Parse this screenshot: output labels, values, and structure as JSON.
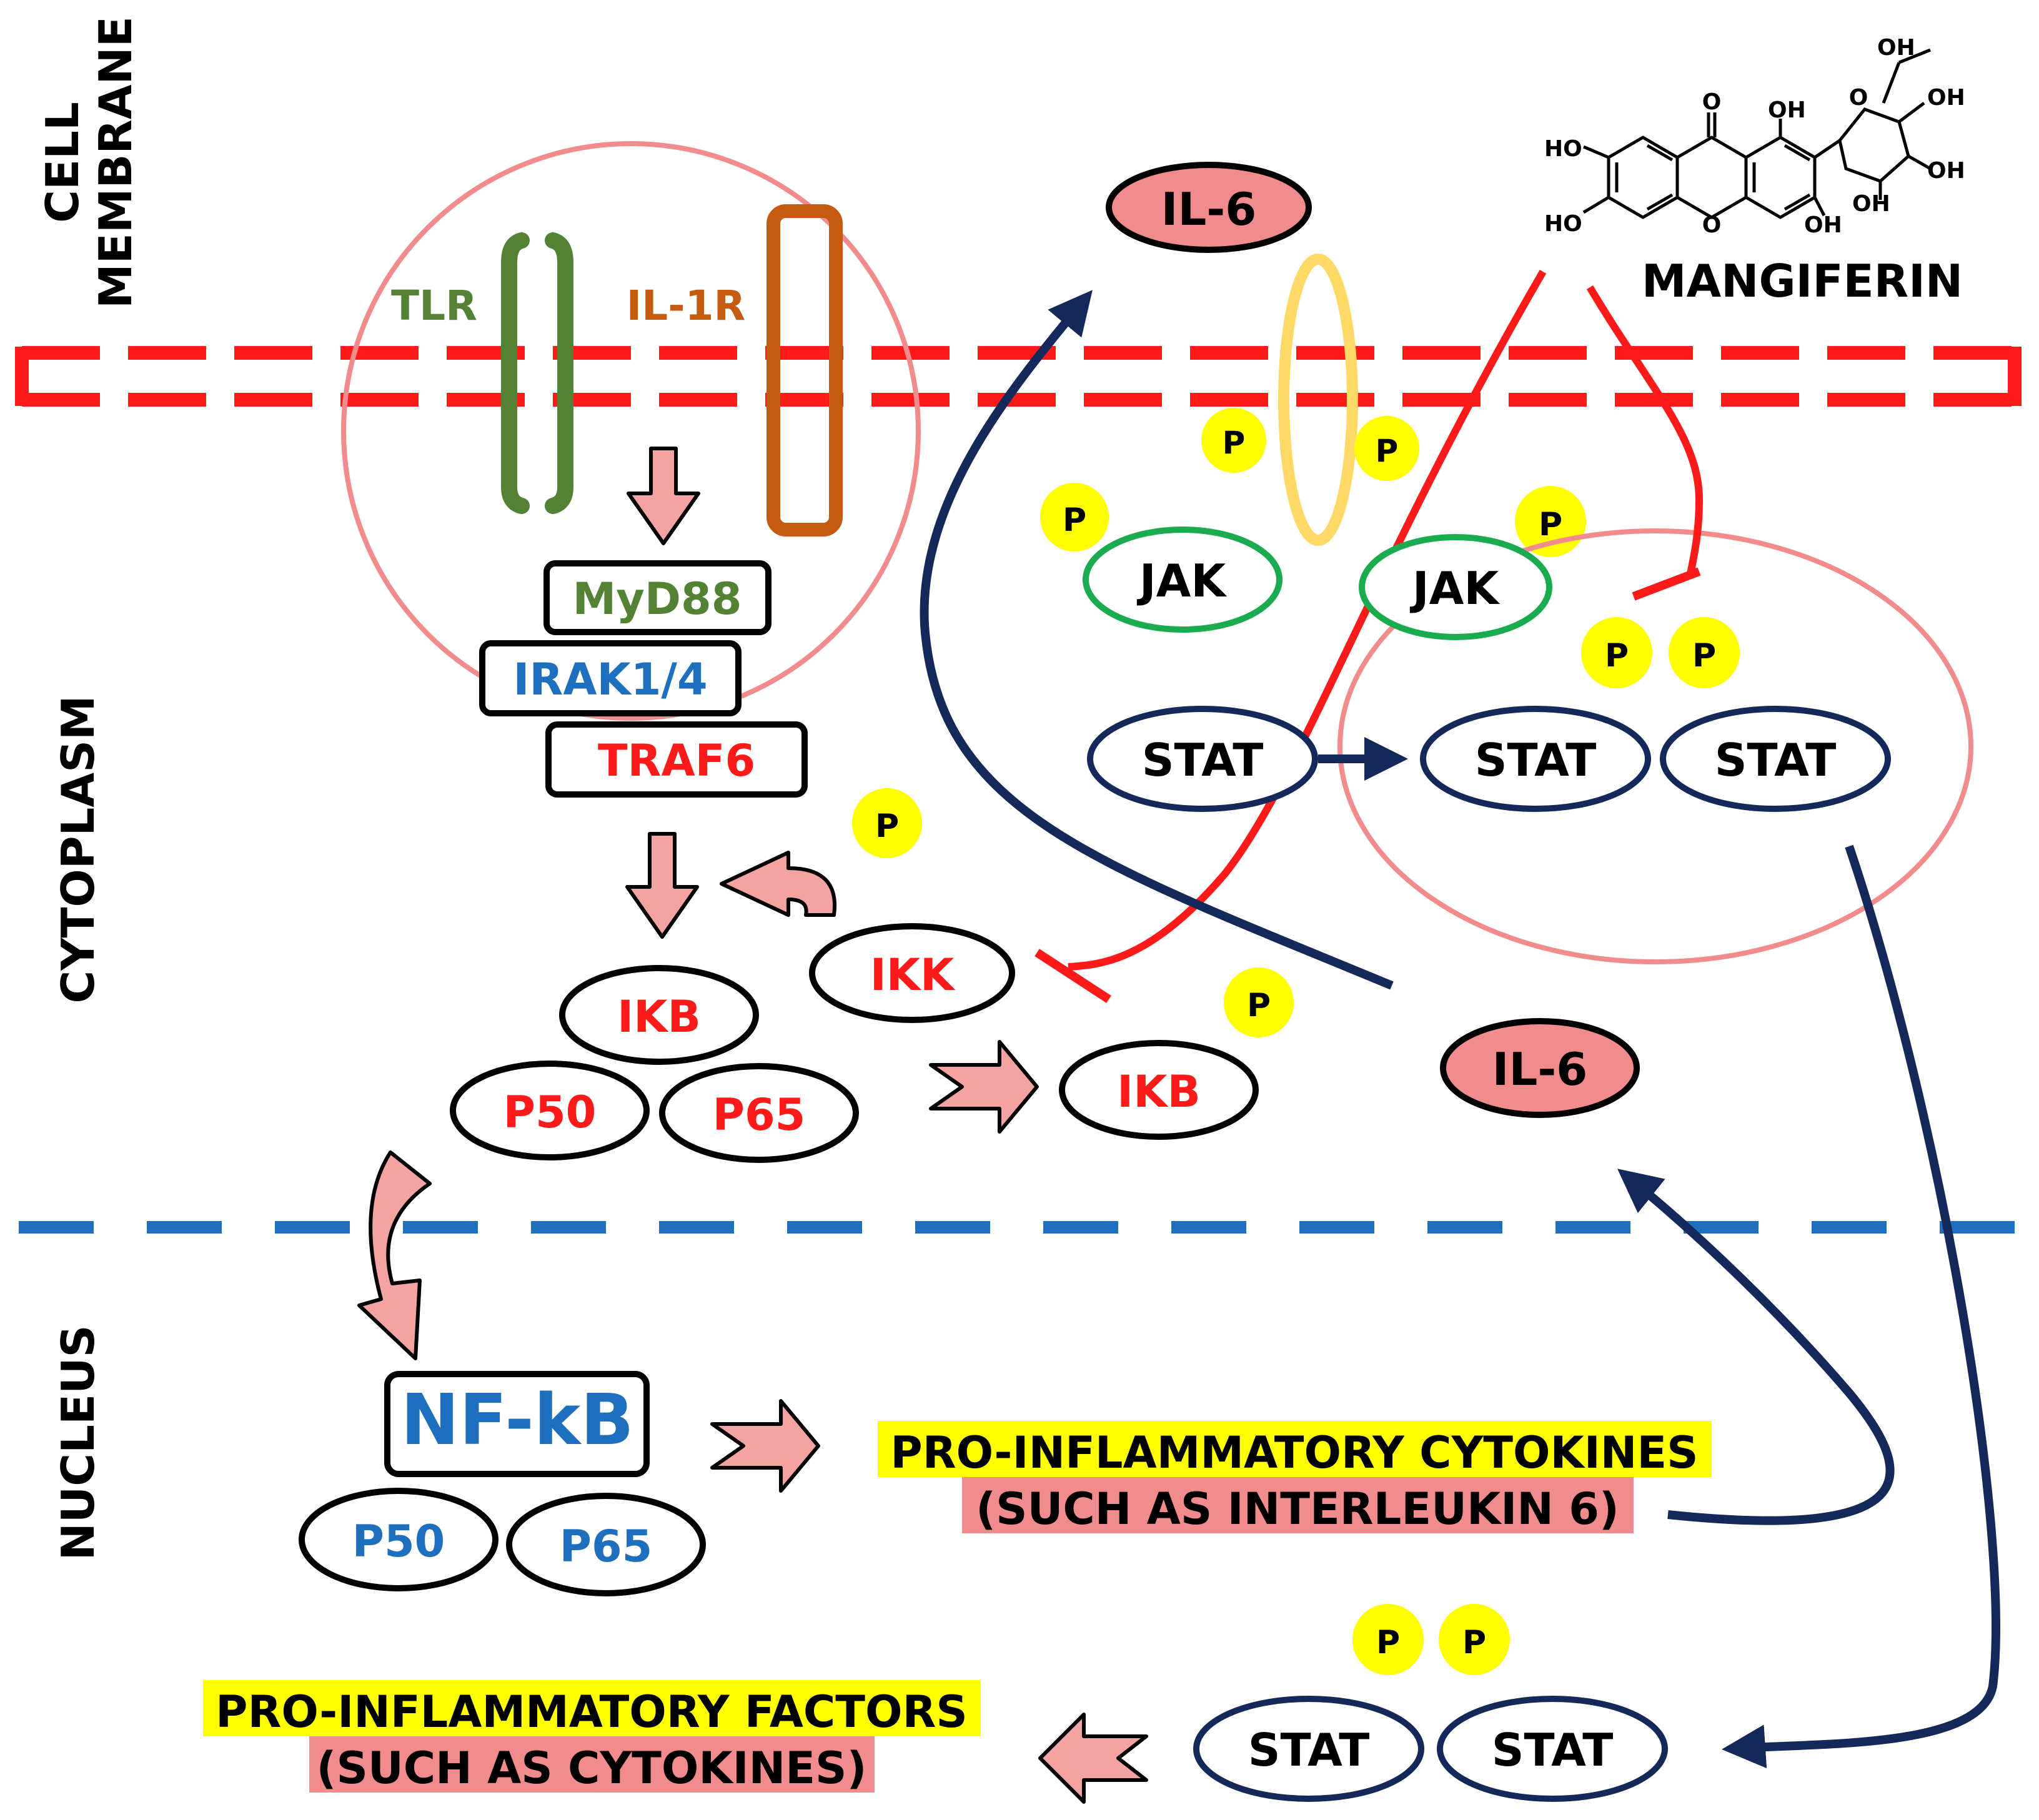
{
  "regions": {
    "cell_membrane_line1": "CELL",
    "cell_membrane_line2": "MEMBRANE",
    "cytoplasm": "CYTOPLASM",
    "nucleus": "NUCLEUS"
  },
  "receptors": {
    "tlr": "TLR",
    "il1r": "IL-1R"
  },
  "complex": {
    "myd88": "MyD88",
    "irak": "IRAK1/4",
    "traf6": "TRAF6"
  },
  "nfkb_pathway": {
    "ikk": "IKK",
    "ikb": "IKB",
    "p50": "P50",
    "p65": "P65",
    "ikb_released": "IKB",
    "nfkb": "NF-kB",
    "nuc_p50": "P50",
    "nuc_p65": "P65"
  },
  "jak_stat": {
    "il6_top": "IL-6",
    "il6_mid": "IL-6",
    "jak_left": "JAK",
    "jak_right": "JAK",
    "stat_single": "STAT",
    "stat_dimer_a": "STAT",
    "stat_dimer_b": "STAT",
    "stat_nuc_a": "STAT",
    "stat_nuc_b": "STAT"
  },
  "phospho_label": "P",
  "mangiferin": {
    "name": "MANGIFERIN",
    "oh": "OH",
    "ho": "HO",
    "o": "O"
  },
  "outputs": {
    "cytokines_line1": "PRO-INFLAMMATORY CYTOKINES",
    "cytokines_line2": "(SUCH AS INTERLEUKIN 6)",
    "factors_line1": "PRO-INFLAMMATORY FACTORS",
    "factors_line2": "(SUCH AS CYTOKINES)"
  },
  "colors": {
    "membrane": "#ff1a1a",
    "nuclear_envelope": "#1f6fbf",
    "highlight_yellow": "#ffff00",
    "highlight_pink": "#f28b8b",
    "arrow_pink": "#f4a3a3",
    "navy": "#14285a",
    "tlr_green": "#548235",
    "il1r_orange": "#c55a11",
    "irak_blue": "#1f6fbf",
    "jak_green": "#1aab4f",
    "phospho_yellow": "#ffff00"
  }
}
